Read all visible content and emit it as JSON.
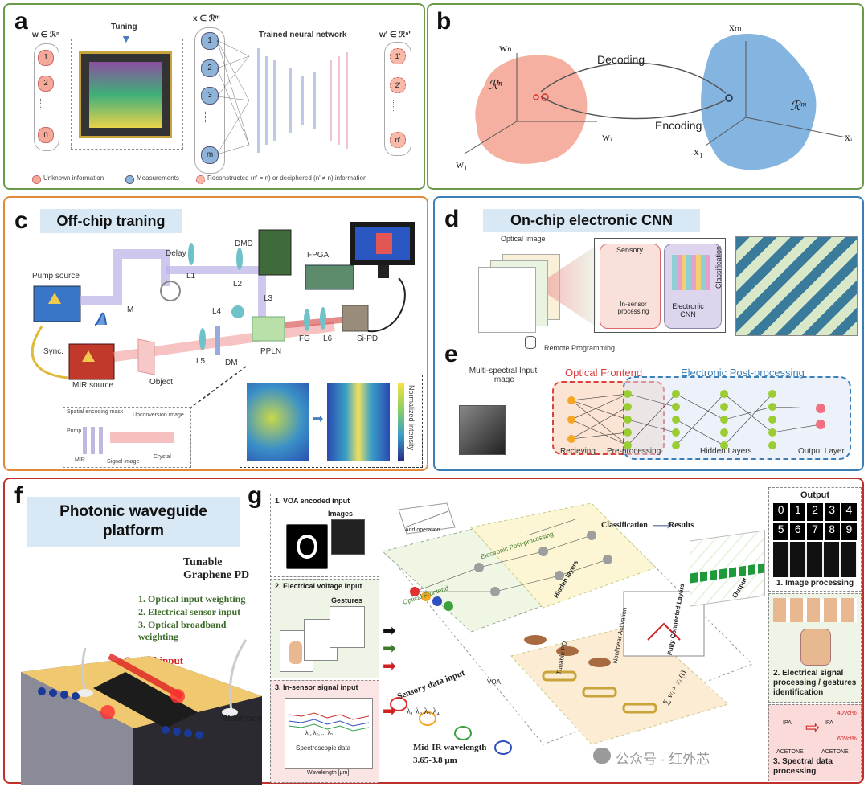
{
  "panels": {
    "a": {
      "label": "a",
      "w_label": "w ∈ ℛⁿ",
      "tuning": "Tuning",
      "x_label": "x ∈ ℛᵐ",
      "network_label": "Trained neural network",
      "wprime_label": "w' ∈ ℛⁿ'",
      "input_nodes": [
        "1",
        "2",
        "......",
        "n"
      ],
      "x_nodes": [
        "1",
        "2",
        "3",
        "......",
        "m"
      ],
      "output_nodes": [
        "1'",
        "2'",
        "......",
        "n'"
      ],
      "legend": [
        "Unknown information",
        "Measurements",
        "Reconstructed (n' = n) or deciphered (n' ≠ n) information"
      ],
      "colors": {
        "unknown": "#f4a99a",
        "measure": "#8fb4d9",
        "recon": "#f7b9a8",
        "border": "#6a9a4a"
      }
    },
    "b": {
      "label": "b",
      "wn": "wₙ",
      "w1": "w₁",
      "wi": "wᵢ",
      "rn": "ℛⁿ",
      "decoding": "Decoding",
      "encoding": "Encoding",
      "xm": "xₘ",
      "x1": "x₁",
      "xi": "xᵢ",
      "rm": "ℛᵐ",
      "colors": {
        "red_blob": "#f4a291",
        "blue_blob": "#6fa8dc"
      }
    },
    "c": {
      "label": "c",
      "title": "Off-chip traning",
      "labels": {
        "pump": "Pump source",
        "delay": "Delay",
        "m": "M",
        "l1": "L1",
        "dmd": "DMD",
        "l2": "L2",
        "fpga": "FPGA",
        "l3": "L3",
        "l4": "L4",
        "sync": "Sync.",
        "mir": "MIR source",
        "object": "Object",
        "l5": "L5",
        "dm": "DM",
        "ppln": "PPLN",
        "fg": "FG",
        "l6": "L6",
        "sipd": "Si-PD",
        "spatial": "Spatial encoding mask",
        "upconv": "Upconversion image",
        "pump2": "Pump",
        "mir2": "MIR",
        "signal": "Signal image",
        "crystal": "Crystal",
        "norm": "Normalized intensity"
      },
      "colors": {
        "border": "#e0893a"
      }
    },
    "d": {
      "label": "d",
      "title": "On-chip electronic CNN",
      "optical_image": "Optical Image",
      "sensory": "Sensory",
      "insensor": "In-sensor processing",
      "electronic_cnn": "Electronic CNN",
      "classification": "Classification",
      "remote": "Remote Programming",
      "colors": {
        "border": "#3b7fb6"
      }
    },
    "e": {
      "label": "e",
      "multispectral": "Multi-spectral Input Image",
      "optical_frontend": "Optical Frontend",
      "electronic_post": "Electronic Post-processing",
      "receiving": "Recieving",
      "preprocessing": "Pre-processing",
      "hidden": "Hidden Layers",
      "output_layer": "Output Layer",
      "colors": {
        "optical": "#d94040",
        "electronic": "#3b7fb6",
        "node_green": "#9acd32",
        "node_orange": "#f5a623",
        "node_pink": "#f07080"
      }
    },
    "f": {
      "label": "f",
      "title": "Photonic waveguide platform",
      "tunable": "Tunable Graphene PD",
      "items": [
        "1. Optical input weighting",
        "2. Electrical sensor input",
        "3. Optical broadband weighting"
      ],
      "optical_input": "Optical input",
      "electrode": "Electrode",
      "colors": {
        "border": "#c0302a",
        "green_text": "#3d6b2a",
        "red_text": "#d02020"
      }
    },
    "g": {
      "label": "g",
      "voa": "1. VOA encoded input",
      "images": "Images",
      "electrical": "2. Electrical voltage input",
      "gestures": "Gestures",
      "insensor": "3. In-sensor signal input",
      "spectro": "Spectroscopic data",
      "wavelength_axis": "Wavelength [μm]",
      "lambda_legend": "λ₁, λ₂, ... λₙ",
      "classification": "Classification",
      "results": "Results",
      "output": "Output",
      "optical_frontend": "Optical Frontend",
      "electronic_post": "Electronic Post-processing",
      "hidden": "Hidden layers",
      "fully": "Fully Connected Layers",
      "nonlinear": "Nonlinear Activation",
      "tunable_pd": "Tunable PD",
      "voa_label": "VOA",
      "sensory": "Sensory data input",
      "mid_ir": "Mid-IR wavelength",
      "mid_ir_range": "3.65-3.8 μm",
      "lambdas": "λ₁ λ₂ λ₃ λ₄",
      "sum": "∑ wᵢ × xᵢ (t)",
      "add_op": "Add operation",
      "outputs": {
        "title": "Output",
        "digits": [
          "0",
          "1",
          "2",
          "3",
          "4",
          "5",
          "6",
          "7",
          "8",
          "9"
        ],
        "image_proc": "1. Image processing",
        "electrical_proc": "2. Electrical signal processing / gestures identification",
        "spectral_proc": "3. Spectral data processing",
        "ipa": "IPA",
        "acetone": "ACETONE",
        "vol40": "40Vol%",
        "vol60": "60Vol%"
      }
    }
  },
  "watermark": "公众号 · 红外芯"
}
